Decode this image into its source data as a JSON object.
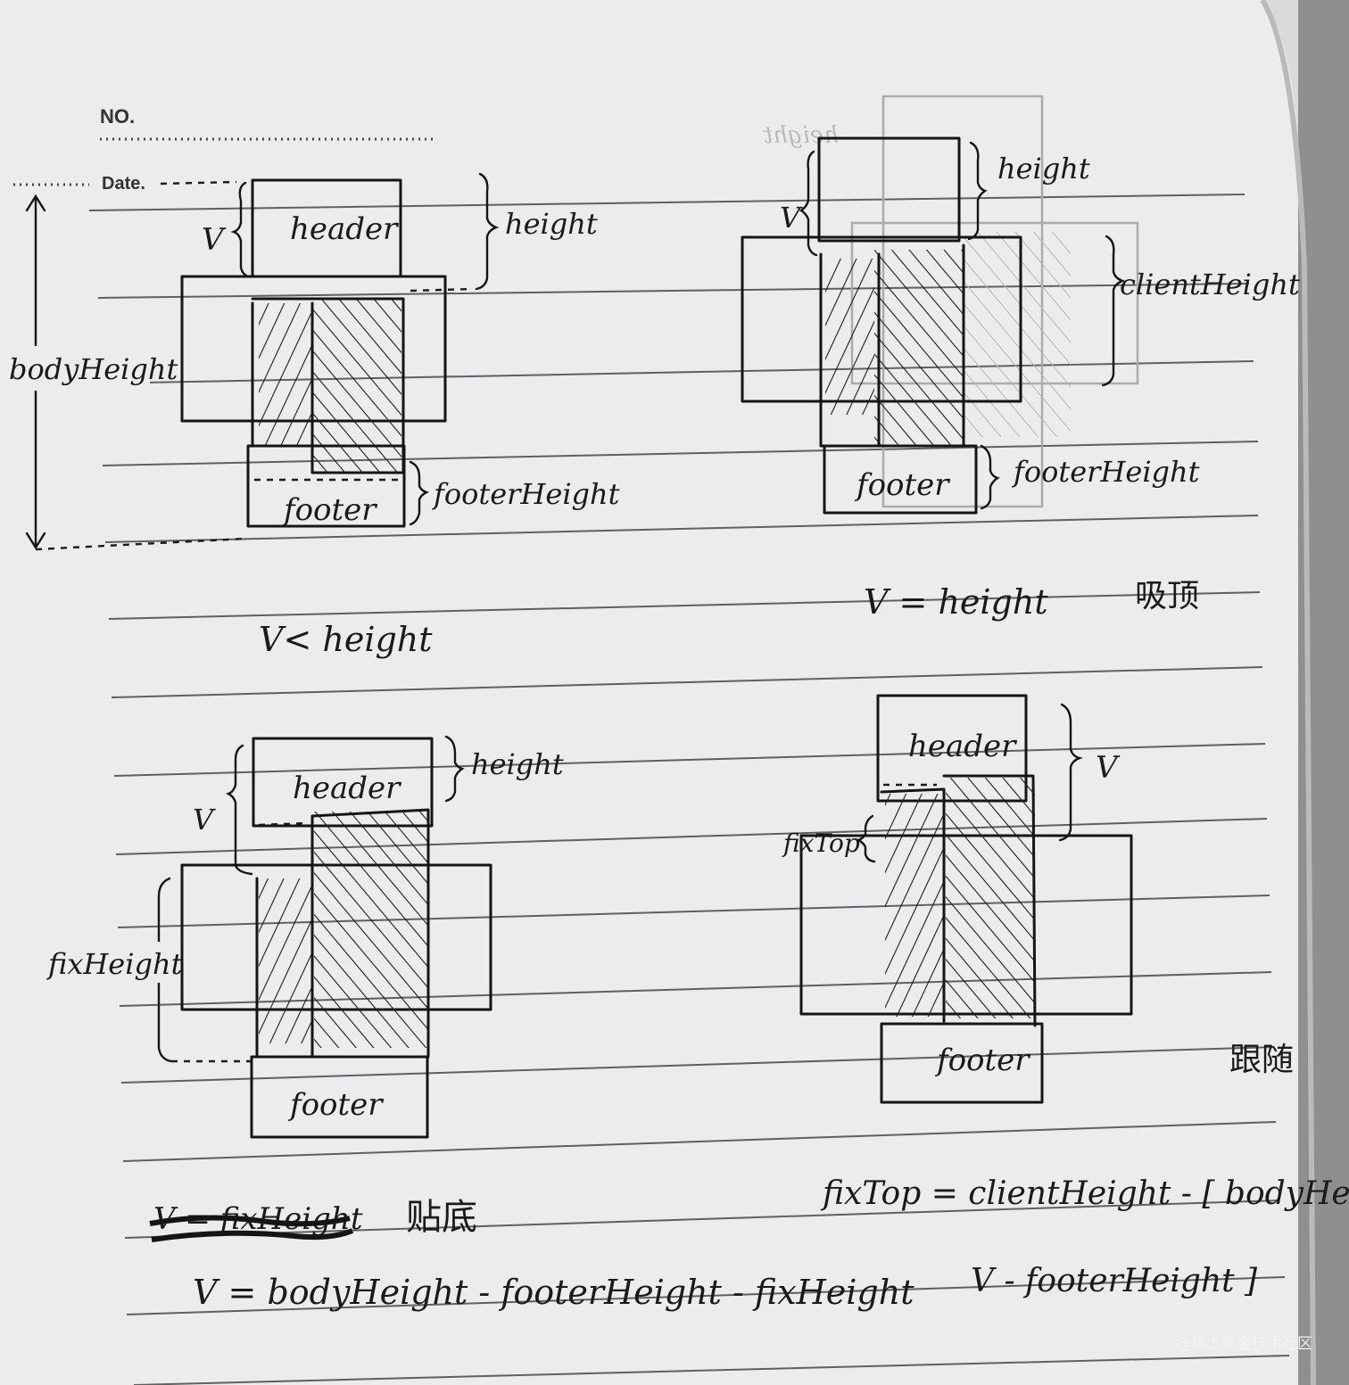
{
  "notebook": {
    "no_label": "NO.",
    "date_label": "Date."
  },
  "diagram_top_left": {
    "header": "header",
    "footer": "footer",
    "height": "height",
    "v": "V",
    "body_height": "bodyHeight",
    "footer_height": "footerHeight",
    "condition": "V< height"
  },
  "diagram_top_right": {
    "height": "height",
    "v": "V",
    "client_height": "clientHeight",
    "footer": "footer",
    "footer_height": "footerHeight",
    "condition": "V = height",
    "note": "吸顶"
  },
  "diagram_bottom_left": {
    "header": "header",
    "height": "height",
    "v": "V",
    "fix_height": "fixHeight",
    "footer": "footer",
    "struck_formula": "V = fixHeight",
    "note": "贴底",
    "formula": "V = bodyHeight - footerHeight - fixHeight"
  },
  "diagram_bottom_right": {
    "header": "header",
    "v": "V",
    "fix_top": "fixTop",
    "footer": "footer",
    "note": "跟随",
    "formula_line1": "fixTop = clientHeight - [ bodyHeight -",
    "formula_line2": "V - footerHeight ]"
  },
  "watermark": "@稀土掘金技术社区"
}
